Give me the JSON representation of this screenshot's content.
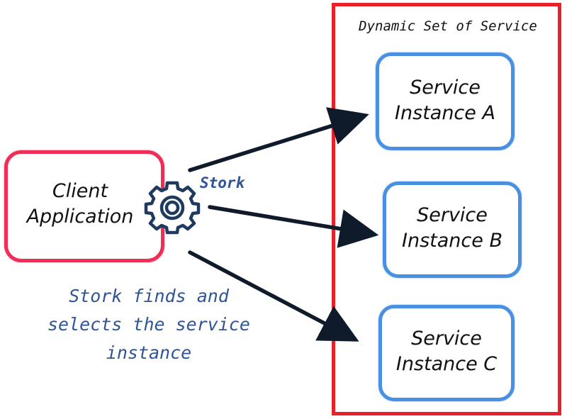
{
  "group": {
    "title": "Dynamic Set of Service"
  },
  "client": {
    "line1": "Client",
    "line2": "Application"
  },
  "stork": {
    "label": "Stork",
    "icon": "gear-icon"
  },
  "caption": {
    "line1": "Stork finds and",
    "line2": "selects the service",
    "line3": "instance"
  },
  "services": [
    {
      "line1": "Service",
      "line2": "Instance A"
    },
    {
      "line1": "Service",
      "line2": "Instance B"
    },
    {
      "line1": "Service",
      "line2": "Instance C"
    }
  ],
  "colors": {
    "group_border": "#e8202a",
    "client_border": "#ef2d56",
    "service_border": "#4a90e2",
    "accent_text": "#2f5596",
    "arrow": "#0f1a2b"
  }
}
